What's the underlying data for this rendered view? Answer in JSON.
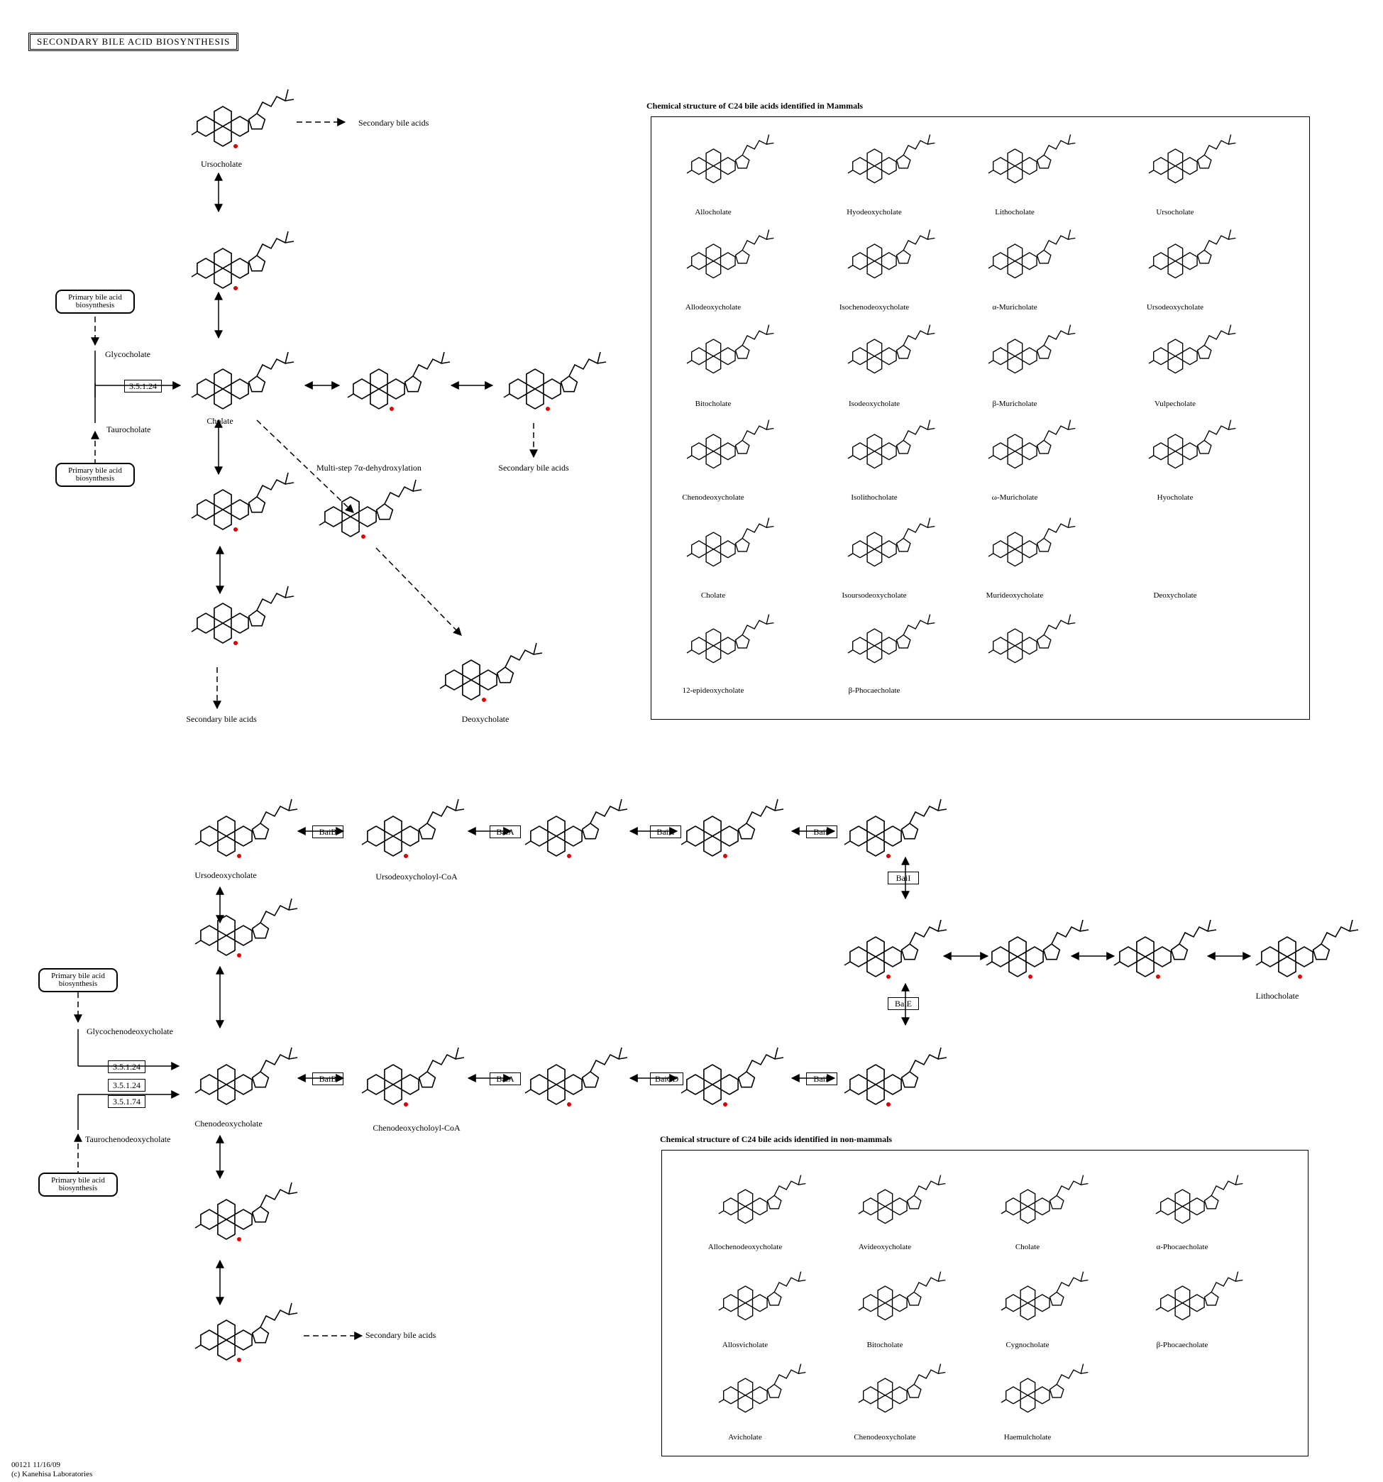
{
  "title": "SECONDARY BILE ACID BIOSYNTHESIS",
  "footer": {
    "line1": "00121 11/16/09",
    "line2": "(c) Kanehisa Laboratories"
  },
  "colors": {
    "highlight": "#e00000",
    "line": "#000000"
  },
  "maps": [
    {
      "id": "map1",
      "label": "Primary bile acid\nbiosynthesis"
    },
    {
      "id": "map2",
      "label": "Primary bile acid\nbiosynthesis"
    },
    {
      "id": "map3",
      "label": "Primary bile acid\nbiosynthesis"
    },
    {
      "id": "map4",
      "label": "Primary bile acid\nbiosynthesis"
    }
  ],
  "enzymes": {
    "e1": "3.5.1.24",
    "e2": "3.5.1.24",
    "e3": "3.5.1.24",
    "e4": "3.5.1.74",
    "baiB1": "BaiB",
    "baiA1": "BaiA",
    "baiH": "BaiH",
    "baiF1": "BaiF",
    "baiI": "BaiI",
    "baiE": "BaiE",
    "baiB2": "BaiB",
    "baiA2": "BaiA",
    "baiCD": "BaiCD",
    "baiF2": "BaiF"
  },
  "compounds": {
    "ursocholate": "Ursocholate",
    "cholate": "Cholate",
    "deoxycholate": "Deoxycholate",
    "ursodeoxycholate": "Ursodeoxycholate",
    "ursodeoxycholoyl_coa": "Ursodeoxycholoyl-CoA",
    "chenodeoxycholate": "Chenodeoxycholate",
    "chenodeoxycholoyl_coa": "Chenodeoxycholoyl-CoA",
    "lithocholate": "Lithocholate",
    "glycocholate": "Glycocholate",
    "taurocholate": "Taurocholate",
    "glycochenodeoxycholate": "Glycochenodeoxycholate",
    "taurochenodeoxycholate": "Taurochenodeoxycholate",
    "secondary1": "Secondary bile acids",
    "secondary2": "Secondary bile acids",
    "secondary3": "Secondary bile acids",
    "secondary4": "Secondary bile acids",
    "multistep": "Multi-step 7α-dehydroxylation"
  },
  "mammals": {
    "title": "Chemical structure of C24 bile acids identified in Mammals",
    "items": [
      "Allocholate",
      "Hyodeoxycholate",
      "Lithocholate",
      "Ursocholate",
      "Allodeoxycholate",
      "Isochenodeoxycholate",
      "α-Muricholate",
      "Ursodeoxycholate",
      "Bitocholate",
      "Isodeoxycholate",
      "β-Muricholate",
      "Vulpecholate",
      "Chenodeoxycholate",
      "Isolithocholate",
      "ω-Muricholate",
      "Hyocholate",
      "Cholate",
      "Isoursodeoxycholate",
      "Murideoxycholate",
      "Deoxycholate",
      "12-epideoxycholate",
      "β-Phocaecholate"
    ]
  },
  "nonmammals": {
    "title": "Chemical structure of C24 bile acids identified in non-mammals",
    "items": [
      "Allochenodeoxycholate",
      "Avideoxycholate",
      "Cholate",
      "α-Phocaecholate",
      "Allosvicholate",
      "Bitocholate",
      "Cygnocholate",
      "β-Phocaecholate",
      "Avicholate",
      "Chenodeoxycholate",
      "Haemulcholate"
    ]
  }
}
